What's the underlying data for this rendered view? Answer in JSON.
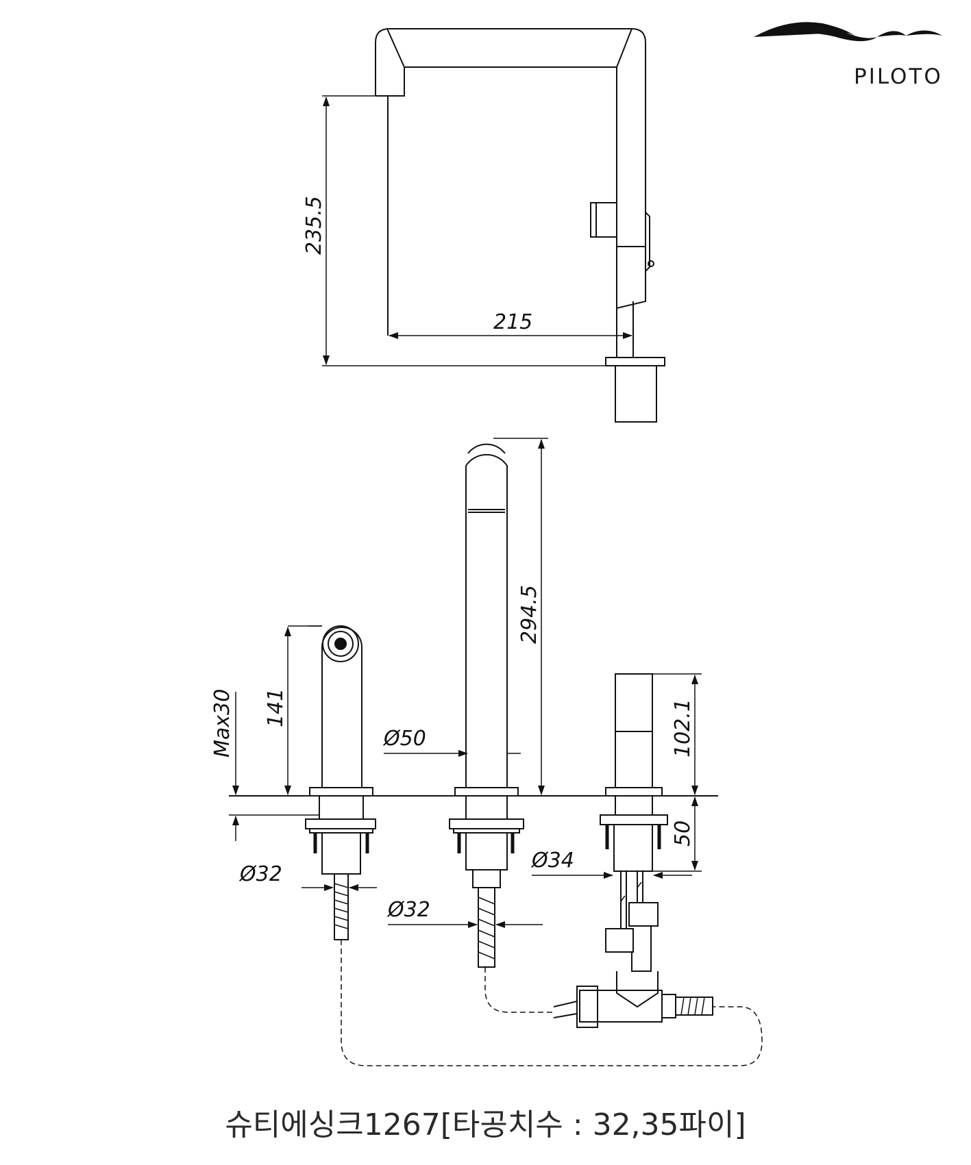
{
  "brand": {
    "name": "PILOTO",
    "mark": "wave-logo-mark"
  },
  "dimensions": {
    "top_view": {
      "height": "235.5",
      "reach": "215"
    },
    "front_view": {
      "spout_height": "294.5",
      "spout_diameter": "Ø50",
      "handshower_height": "141",
      "deck_max": "Max30",
      "lever_height": "102.1",
      "under_deck": "50",
      "left_hole": "Ø32",
      "middle_hole": "Ø32",
      "right_hole": "Ø34"
    }
  },
  "caption": "슈티에싱크1267[타공치수 : 32,35파이]"
}
